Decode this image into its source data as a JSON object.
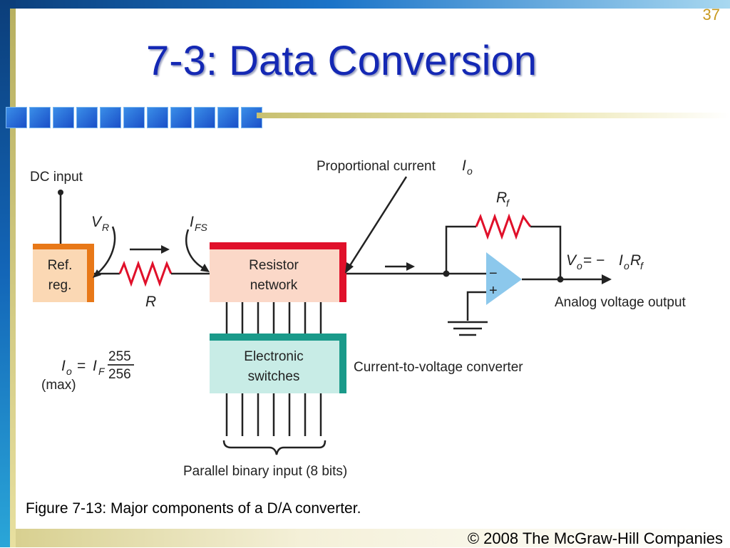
{
  "slide": {
    "number": "37",
    "title": "7-3: Data Conversion",
    "caption": "Figure 7-13: Major components of a D/A converter.",
    "copyright": "© 2008 The McGraw-Hill Companies"
  },
  "diagram": {
    "dc_input": "DC input",
    "ref_reg_line1": "Ref.",
    "ref_reg_line2": "reg.",
    "vr_main": "V",
    "vr_sub": "R",
    "ifs_main": "I",
    "ifs_sub": "FS",
    "r_label": "R",
    "resistor_network_line1": "Resistor",
    "resistor_network_line2": "network",
    "electronic_switches_line1": "Electronic",
    "electronic_switches_line2": "switches",
    "proportional_current": "Proportional current",
    "io_main": "I",
    "io_sub": "o",
    "rf_main": "R",
    "rf_sub": "f",
    "vo_formula_v": "V",
    "vo_formula_o": "o",
    "vo_formula_eq": " = −",
    "vo_formula_i": "I",
    "vo_formula_io": "o",
    "vo_formula_r": "R",
    "vo_formula_rf": "f",
    "analog_output": "Analog voltage output",
    "current_to_voltage": "Current-to-voltage converter",
    "eq_io_main": "I",
    "eq_io_sub": "o",
    "eq_equals": "=",
    "eq_if_main": "I",
    "eq_if_sub": "F",
    "eq_numerator": "255",
    "eq_denominator": "256",
    "eq_max": "(max)",
    "minus_sign": "−",
    "plus_sign": "+",
    "parallel_input": "Parallel binary input (8 bits)"
  }
}
